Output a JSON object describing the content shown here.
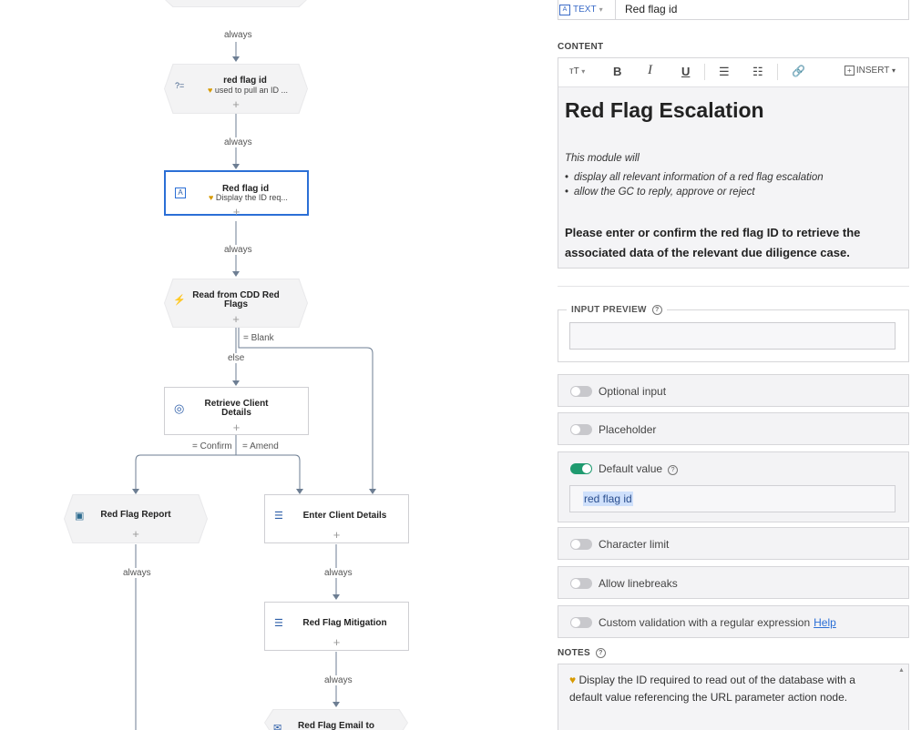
{
  "flow": {
    "edge_labels": {
      "always1": "always",
      "always2": "always",
      "always3": "always",
      "blank": "= Blank",
      "else": "else",
      "confirm": "= Confirm",
      "amend": "= Amend",
      "always_left": "always",
      "always_mid1": "always",
      "always_mid2": "always"
    },
    "nodes": {
      "redflag_q": {
        "title": "red flag id",
        "note": "used to pull an ID ..."
      },
      "redflag_text": {
        "title": "Red flag id",
        "note": "Display the ID req..."
      },
      "read_cdd": {
        "title": "Read from CDD Red Flags"
      },
      "retrieve": {
        "title": "Retrieve Client Details"
      },
      "report": {
        "title": "Red Flag Report"
      },
      "enter": {
        "title": "Enter Client Details"
      },
      "mitigation": {
        "title": "Red Flag Mitigation"
      },
      "email": {
        "title": "Red Flag Email to"
      }
    },
    "icons": {
      "question": "?=",
      "text": "A",
      "read": "⚡",
      "retrieve": "◎",
      "report": "▣",
      "list": "☰",
      "email": "✉",
      "plus": "+"
    }
  },
  "panel": {
    "type_label": "TEXT",
    "name_value": "Red flag id",
    "content_label": "CONTENT",
    "toolbar": {
      "size": "ᴛT",
      "bold": "B",
      "italic": "I",
      "underline": "U",
      "bullets": "☰",
      "numbered": "☷",
      "link": "🔗",
      "insert": "INSERT"
    },
    "doc": {
      "heading": "Red Flag Escalation",
      "intro": "This module will",
      "bullets": [
        "display all relevant information of a red flag escalation",
        "allow the GC to reply, approve or reject"
      ],
      "bold_text": "Please enter or confirm the red flag ID to retrieve the associated data of the relevant due diligence case."
    },
    "input_preview_label": "INPUT PREVIEW",
    "options": {
      "optional": "Optional input",
      "placeholder": "Placeholder",
      "default_value": "Default value",
      "default_value_text": "red flag id",
      "char_limit": "Character limit",
      "linebreaks": "Allow linebreaks",
      "custom_validation": "Custom validation with a regular expression",
      "help": "Help"
    },
    "toggles": {
      "optional": false,
      "placeholder": false,
      "default_value": true,
      "char_limit": false,
      "linebreaks": false,
      "custom_validation": false
    },
    "notes_label": "NOTES",
    "notes_text": "Display the ID required to read out of the database with a default value referencing the URL parameter action node."
  },
  "colors": {
    "accent": "#2b6fd6",
    "toggle_on": "#1f9a6f",
    "bulb": "#d79a00"
  }
}
